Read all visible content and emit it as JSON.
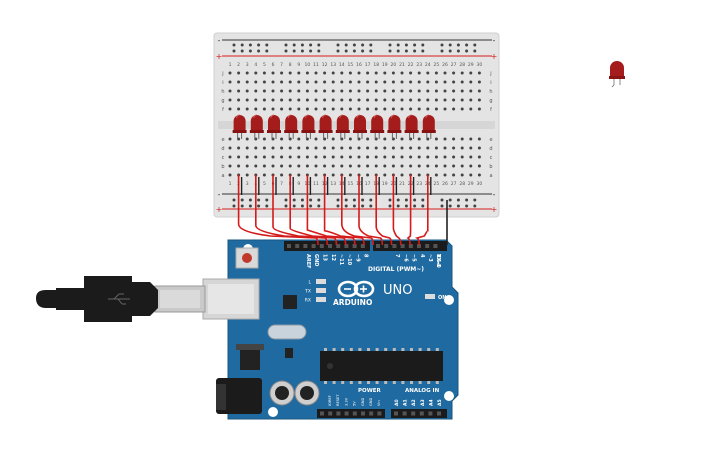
{
  "breadboard": {
    "column_numbers": [
      "1",
      "2",
      "3",
      "4",
      "5",
      "6",
      "7",
      "8",
      "9",
      "10",
      "11",
      "12",
      "13",
      "14",
      "15",
      "16",
      "17",
      "18",
      "19",
      "20",
      "21",
      "22",
      "23",
      "24",
      "25",
      "26",
      "27",
      "28",
      "29",
      "30"
    ],
    "upper_row_letters": [
      "j",
      "i",
      "h",
      "g",
      "f"
    ],
    "lower_row_letters": [
      "e",
      "d",
      "c",
      "b",
      "a"
    ],
    "rail_plus": "+",
    "rail_minus": "-"
  },
  "leds": {
    "count": 12,
    "color": "#a51c1c",
    "spare_led_color": "#a51c1c"
  },
  "wires": {
    "signal_color": "#d41b1b",
    "ground_color": "#222222"
  },
  "arduino": {
    "board_color": "#1f6aa0",
    "brand": "ARDUINO",
    "model": "UNO",
    "digital_label": "DIGITAL (PWM~)",
    "digital_pins": [
      "AREF",
      "GND",
      "13",
      "12",
      "~11",
      "~10",
      "~9",
      "8",
      "7",
      "~6",
      "~5",
      "4",
      "~3",
      "2",
      "TX▸1",
      "RX◂0"
    ],
    "power_label": "POWER",
    "power_pins": [
      "IOREF",
      "RESET",
      "3.3V",
      "5V",
      "GND",
      "GND",
      "Vin"
    ],
    "analog_label": "ANALOG IN",
    "analog_pins": [
      "A0",
      "A1",
      "A2",
      "A3",
      "A4",
      "A5"
    ],
    "led_labels": [
      "L",
      "TX",
      "RX"
    ],
    "on_label": "ON"
  }
}
